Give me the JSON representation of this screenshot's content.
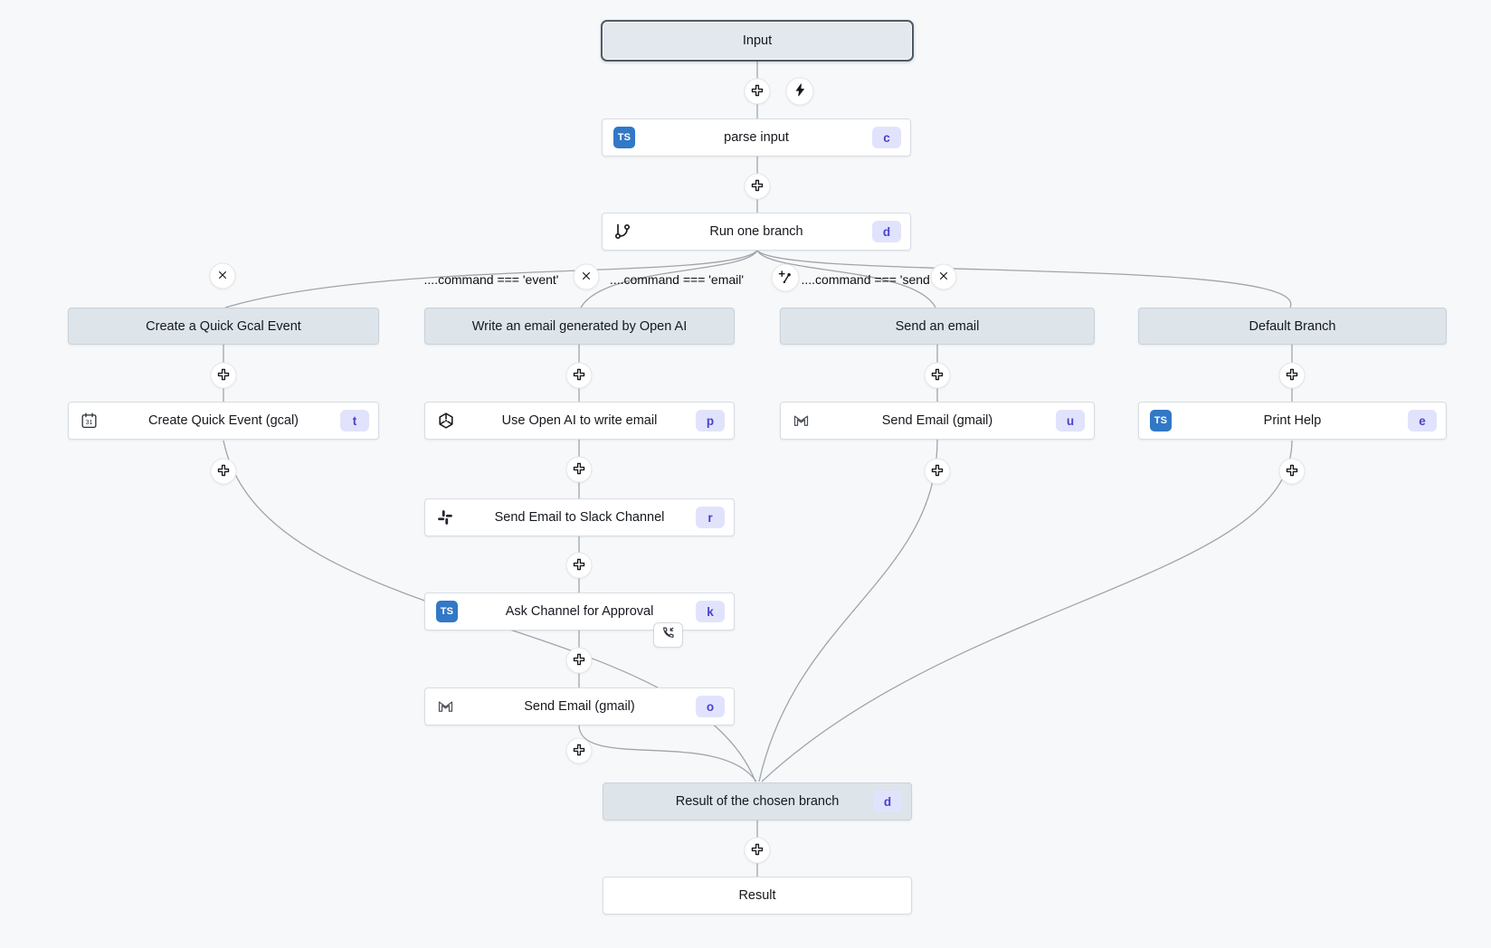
{
  "flow": {
    "input": {
      "label": "Input"
    },
    "parse": {
      "label": "parse input",
      "badge": "c",
      "lang": "TS"
    },
    "run_one_branch": {
      "label": "Run one branch",
      "badge": "d"
    },
    "result_chosen": {
      "label": "Result of the chosen branch",
      "badge": "d"
    },
    "result": {
      "label": "Result"
    }
  },
  "branches": [
    {
      "header": "Create a Quick Gcal Event",
      "condition": "....command === 'event'",
      "steps": [
        {
          "label": "Create Quick Event (gcal)",
          "badge": "t",
          "icon": "calendar-icon"
        }
      ]
    },
    {
      "header": "Write an email generated by Open AI",
      "condition": "....command === 'email'",
      "steps": [
        {
          "label": "Use Open AI to write email",
          "badge": "p",
          "icon": "openai-icon"
        },
        {
          "label": "Send Email to Slack Channel",
          "badge": "r",
          "icon": "slack-icon"
        },
        {
          "label": "Ask Channel for Approval",
          "badge": "k",
          "icon": "typescript-icon",
          "suspend": "phone-incoming"
        },
        {
          "label": "Send Email (gmail)",
          "badge": "o",
          "icon": "gmail-icon"
        }
      ]
    },
    {
      "header": "Send an email",
      "condition": "....command === 'send'",
      "steps": [
        {
          "label": "Send Email (gmail)",
          "badge": "u",
          "icon": "gmail-icon"
        }
      ]
    },
    {
      "header": "Default Branch",
      "condition": "",
      "steps": [
        {
          "label": "Print Help",
          "badge": "e",
          "icon": "typescript-icon"
        }
      ]
    }
  ],
  "misc": {
    "ts": "TS"
  },
  "colors": {
    "ts_blue": "#3178c6",
    "badge_bg": "#e1e3fc",
    "badge_text": "#4942cb",
    "header_bg": "#dde4ea",
    "edge": "#9fa5ac",
    "canvas_bg": "#f7f8f9"
  }
}
